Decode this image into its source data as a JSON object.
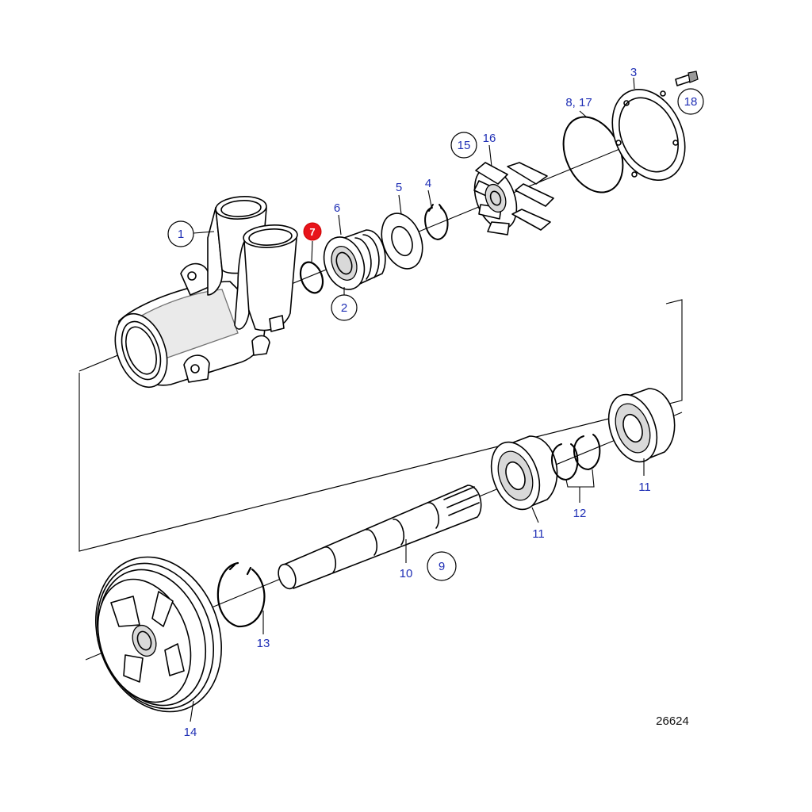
{
  "labels": {
    "p1": "1",
    "p2": "2",
    "p3": "3",
    "p4": "4",
    "p5": "5",
    "p6": "6",
    "p7": "7",
    "p8_17": "8, 17",
    "p9": "9",
    "p10": "10",
    "p11a": "11",
    "p11b": "11",
    "p12": "12",
    "p13": "13",
    "p14": "14",
    "p15": "15",
    "p16": "16",
    "p18": "18"
  },
  "figure_number": "26624",
  "colors": {
    "label_text": "#1f2fb5",
    "highlight_marker": "#e8141b",
    "line": "#000000",
    "background": "#ffffff"
  }
}
